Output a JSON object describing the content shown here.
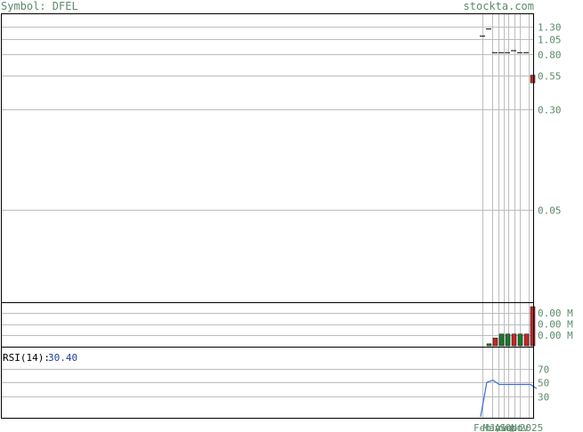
{
  "header": {
    "symbol_label": "Symbol: DFEL",
    "brand": "stockta.com"
  },
  "colors": {
    "grid": "#bdbdbd",
    "frame": "#000000",
    "axis_text": "#5b8a6b",
    "up_bar": "#1e7a2e",
    "down_bar": "#c62828",
    "rsi_line": "#3b6fd6",
    "rsi_value": "#1f3f9f"
  },
  "chart_data": {
    "type": "candlestick",
    "price_scale": "log",
    "price_ticks": [
      "1.30",
      "1.05",
      "0.80",
      "0.55",
      "0.30",
      "0.05"
    ],
    "price_tick_values": [
      1.3,
      1.05,
      0.8,
      0.55,
      0.3,
      0.05
    ],
    "price_range": [
      0.01,
      1.6
    ],
    "candles": [
      {
        "day": 0,
        "open": 1.1,
        "close": 1.1
      },
      {
        "day": 1,
        "open": 1.25,
        "close": 1.25
      },
      {
        "day": 2,
        "open": 0.82,
        "close": 0.82
      },
      {
        "day": 3,
        "open": 0.82,
        "close": 0.82
      },
      {
        "day": 4,
        "open": 0.82,
        "close": 0.82
      },
      {
        "day": 5,
        "open": 0.85,
        "close": 0.85
      },
      {
        "day": 6,
        "open": 0.82,
        "close": 0.82
      },
      {
        "day": 7,
        "open": 0.82,
        "close": 0.82
      },
      {
        "day": 8,
        "open": 0.55,
        "close": 0.48
      }
    ],
    "volume": {
      "ticks": [
        "0.00 M",
        "0.00 M",
        "0.00 M"
      ],
      "bars": [
        {
          "day": 1,
          "value": 0.05,
          "dir": "up"
        },
        {
          "day": 2,
          "value": 0.2,
          "dir": "down"
        },
        {
          "day": 3,
          "value": 0.3,
          "dir": "up"
        },
        {
          "day": 4,
          "value": 0.3,
          "dir": "up"
        },
        {
          "day": 5,
          "value": 0.3,
          "dir": "down"
        },
        {
          "day": 6,
          "value": 0.3,
          "dir": "up"
        },
        {
          "day": 7,
          "value": 0.3,
          "dir": "down"
        },
        {
          "day": 8,
          "value": 1.0,
          "dir": "down"
        }
      ]
    },
    "rsi": {
      "label": "RSI(14):",
      "value": "30.40",
      "ticks": [
        "70",
        "50",
        "30"
      ],
      "tick_values": [
        70,
        50,
        30
      ],
      "points": [
        [
          0,
          0
        ],
        [
          1,
          50
        ],
        [
          2,
          53
        ],
        [
          3,
          47
        ],
        [
          4,
          47
        ],
        [
          5,
          47
        ],
        [
          6,
          47
        ],
        [
          7,
          47
        ],
        [
          8,
          47
        ],
        [
          9,
          41
        ]
      ]
    },
    "x_labels": [
      "Feb",
      "May",
      "Jul",
      "Aug",
      "Sep",
      "Oct",
      "Nov",
      "2025"
    ],
    "x_label_days": [
      0,
      1.5,
      2.5,
      3.4,
      4.2,
      5.1,
      6.0,
      7.4
    ]
  }
}
